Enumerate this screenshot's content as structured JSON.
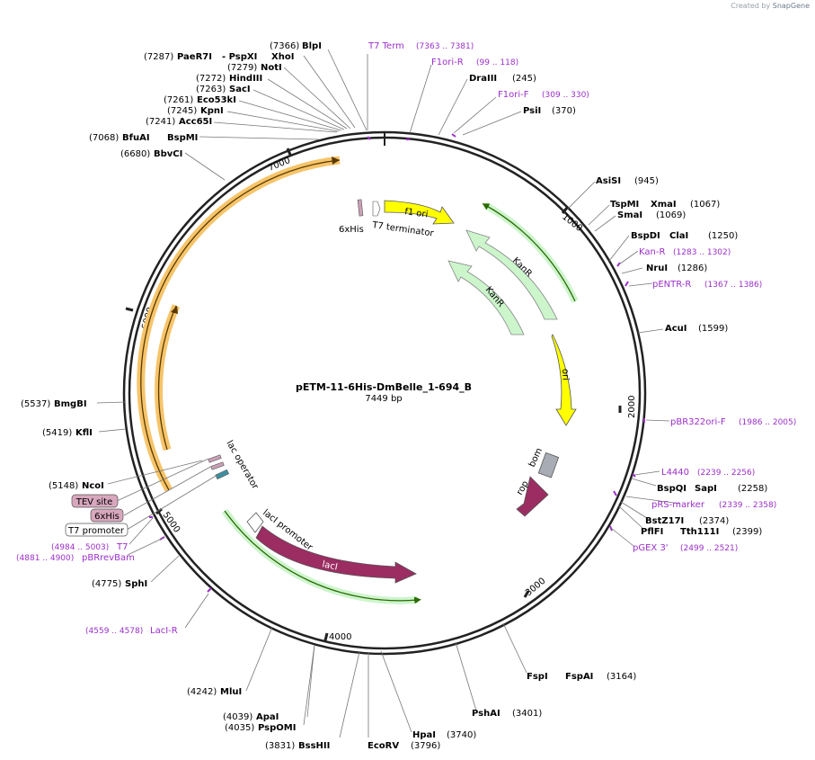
{
  "credit": {
    "prefix": "Created by",
    "brand": "SnapGene"
  },
  "plasmid": {
    "name": "pETM-11-6His-DmBelle_1-694_B",
    "length_label": "7449 bp"
  },
  "ticks": [
    "1000",
    "2000",
    "3000",
    "4000",
    "5000",
    "6000",
    "7000"
  ],
  "colors": {
    "site": "#000000",
    "primer": "#9b2fc9",
    "backbone": "#222222"
  },
  "sites": [
    {
      "id": "blpi",
      "name": "BlpI",
      "pos": "(7366)",
      "kind": "enzyme",
      "side": "right"
    },
    {
      "id": "paer7i",
      "name": "PaeR7I",
      "name2": "PspXI",
      "name3": "XhoI",
      "pos": "(7287)",
      "kind": "enzyme",
      "side": "left"
    },
    {
      "id": "noti",
      "name": "NotI",
      "pos": "(7279)",
      "kind": "enzyme",
      "side": "left"
    },
    {
      "id": "hindiii",
      "name": "HindIII",
      "pos": "(7272)",
      "kind": "enzyme",
      "side": "left"
    },
    {
      "id": "saci",
      "name": "SacI",
      "pos": "(7263)",
      "kind": "enzyme",
      "side": "left"
    },
    {
      "id": "eco53ki",
      "name": "Eco53kI",
      "pos": "(7261)",
      "kind": "enzyme",
      "side": "left"
    },
    {
      "id": "kpni",
      "name": "KpnI",
      "pos": "(7245)",
      "kind": "enzyme",
      "side": "left"
    },
    {
      "id": "acc65i",
      "name": "Acc65I",
      "pos": "(7241)",
      "kind": "enzyme",
      "side": "left"
    },
    {
      "id": "bfuai",
      "name": "BfuAI",
      "name2": "BspMI",
      "pos": "(7068)",
      "kind": "enzyme",
      "side": "left"
    },
    {
      "id": "bbvci",
      "name": "BbvCI",
      "pos": "(6680)",
      "kind": "enzyme",
      "side": "left"
    },
    {
      "id": "t7term",
      "name": "T7 Term",
      "pos": "(7363 .. 7381)",
      "kind": "primer",
      "side": "right"
    },
    {
      "id": "f1orir",
      "name": "F1ori-R",
      "pos": "(99 .. 118)",
      "kind": "primer",
      "side": "right"
    },
    {
      "id": "draiii",
      "name": "DraIII",
      "pos": "(245)",
      "kind": "enzyme",
      "side": "right"
    },
    {
      "id": "f1orif",
      "name": "F1ori-F",
      "pos": "(309 .. 330)",
      "kind": "primer",
      "side": "right"
    },
    {
      "id": "psii",
      "name": "PsiI",
      "pos": "(370)",
      "kind": "enzyme",
      "side": "right"
    },
    {
      "id": "asisi",
      "name": "AsiSI",
      "pos": "(945)",
      "kind": "enzyme",
      "side": "right"
    },
    {
      "id": "tspmi",
      "name": "TspMI",
      "name2": "XmaI",
      "pos": "(1067)",
      "kind": "enzyme",
      "side": "right"
    },
    {
      "id": "smai",
      "name": "SmaI",
      "pos": "(1069)",
      "kind": "enzyme",
      "side": "right"
    },
    {
      "id": "bspdi",
      "name": "BspDI",
      "name2": "ClaI",
      "pos": "(1250)",
      "kind": "enzyme",
      "side": "right"
    },
    {
      "id": "kanr_p",
      "name": "Kan-R",
      "pos": "(1283 .. 1302)",
      "kind": "primer",
      "side": "right"
    },
    {
      "id": "nrui",
      "name": "NruI",
      "pos": "(1286)",
      "kind": "enzyme",
      "side": "right"
    },
    {
      "id": "pentrr",
      "name": "pENTR-R",
      "pos": "(1367 .. 1386)",
      "kind": "primer",
      "side": "right"
    },
    {
      "id": "acui",
      "name": "AcuI",
      "pos": "(1599)",
      "kind": "enzyme",
      "side": "right"
    },
    {
      "id": "pbr322",
      "name": "pBR322ori-F",
      "pos": "(1986 .. 2005)",
      "kind": "primer",
      "side": "right"
    },
    {
      "id": "l4440",
      "name": "L4440",
      "pos": "(2239 .. 2256)",
      "kind": "primer",
      "side": "right"
    },
    {
      "id": "bspqi",
      "name": "BspQI",
      "name2": "SapI",
      "pos": "(2258)",
      "kind": "enzyme",
      "side": "right"
    },
    {
      "id": "prs",
      "name": "pRS-marker",
      "pos": "(2339 .. 2358)",
      "kind": "primer",
      "side": "right"
    },
    {
      "id": "bstz17i",
      "name": "BstZ17I",
      "pos": "(2374)",
      "kind": "enzyme",
      "side": "right"
    },
    {
      "id": "pflfi",
      "name": "PflFI",
      "name2": "Tth111I",
      "pos": "(2399)",
      "kind": "enzyme",
      "side": "right"
    },
    {
      "id": "pgex3",
      "name": "pGEX 3'",
      "pos": "(2499 .. 2521)",
      "kind": "primer",
      "side": "right"
    },
    {
      "id": "fspi",
      "name": "FspI",
      "name2": "FspAI",
      "pos": "(3164)",
      "kind": "enzyme",
      "side": "right"
    },
    {
      "id": "pshai",
      "name": "PshAI",
      "pos": "(3401)",
      "kind": "enzyme",
      "side": "right"
    },
    {
      "id": "hpai",
      "name": "HpaI",
      "pos": "(3740)",
      "kind": "enzyme",
      "side": "bottom"
    },
    {
      "id": "ecorv",
      "name": "EcoRV",
      "pos": "(3796)",
      "kind": "enzyme",
      "side": "bottom"
    },
    {
      "id": "bsshii",
      "name": "BssHII",
      "pos": "(3831)",
      "kind": "enzyme",
      "side": "bottom"
    },
    {
      "id": "apai",
      "name": "ApaI",
      "pos": "(4039)",
      "kind": "enzyme",
      "side": "left"
    },
    {
      "id": "pspomi",
      "name": "PspOMI",
      "pos": "(4035)",
      "kind": "enzyme",
      "side": "left"
    },
    {
      "id": "mlui",
      "name": "MluI",
      "pos": "(4242)",
      "kind": "enzyme",
      "side": "left"
    },
    {
      "id": "laci_r",
      "name": "LacI-R",
      "pos": "(4559 .. 4578)",
      "kind": "primer",
      "side": "left"
    },
    {
      "id": "sphi",
      "name": "SphI",
      "pos": "(4775)",
      "kind": "enzyme",
      "side": "left"
    },
    {
      "id": "pbrrev",
      "name": "pBRrevBam",
      "pos": "(4881 .. 4900)",
      "kind": "primer",
      "side": "left"
    },
    {
      "id": "t7",
      "name": "T7",
      "pos": "(4984 .. 5003)",
      "kind": "primer",
      "side": "left"
    },
    {
      "id": "ncoi",
      "name": "NcoI",
      "pos": "(5148)",
      "kind": "enzyme",
      "side": "left"
    },
    {
      "id": "kfli",
      "name": "KflI",
      "pos": "(5419)",
      "kind": "enzyme",
      "side": "left"
    },
    {
      "id": "bmgbi",
      "name": "BmgBI",
      "pos": "(5537)",
      "kind": "enzyme",
      "side": "left"
    }
  ],
  "boxes": {
    "tev": "TEV site",
    "his": "6xHis",
    "t7prom": "T7 promoter"
  },
  "features": {
    "f1ori": "f1 ori",
    "kanr1": "KanR",
    "kanr2": "KanR",
    "ori": "ori",
    "bom": "bom",
    "rop": "rop",
    "laci": "lacI",
    "laci_promoter": "lacI promoter",
    "lac_operator": "lac operator",
    "sixhis": "6xHis",
    "t7_terminator": "T7 terminator"
  }
}
